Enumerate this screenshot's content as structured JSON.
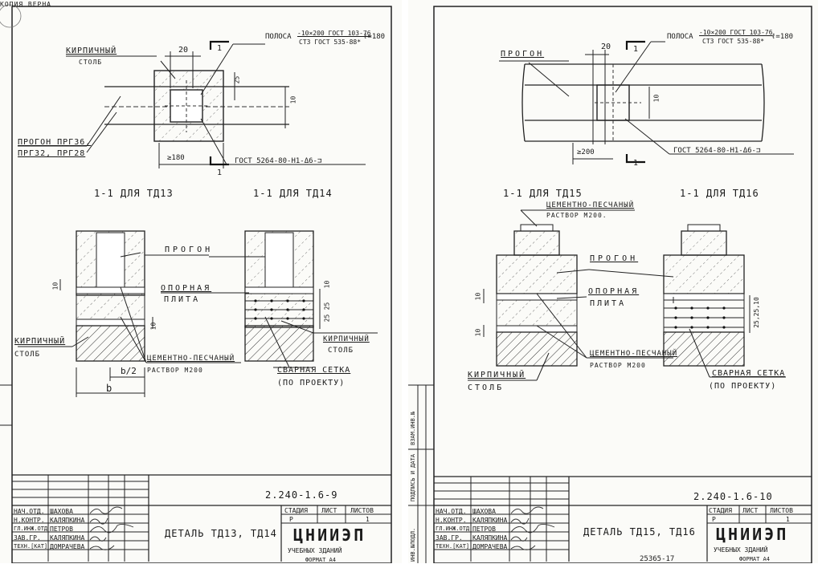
{
  "corner_label": "КОПИЯ ВЕРНА",
  "side_stamp": {
    "cells": [
      "ИНВ.№ПОДЛ.",
      "ПОДПИСЬ И ДАТА",
      "ВЗАМ.ИНВ.№"
    ],
    "inv_no": "25365-17"
  },
  "sheets": [
    {
      "plan": {
        "callout_1": "КИРПИЧНЫЙ",
        "callout_2": "СТОЛБ",
        "strip_1": "ПОЛОСА",
        "strip_2": "-10×200 ГОСТ 103-76",
        "strip_3": "СТ3 ГОСТ 535-88*",
        "strip_len": "ℓ=180",
        "purlin_1": "ПРОГОН ПРГ36,",
        "purlin_2": "ПРГ32, ПРГ28",
        "weld": "ГОСТ 5264-80-Н1-Δ6-⊐",
        "dim_20": "20",
        "dim_25": "25",
        "dim_10": "10",
        "dim_min": "≥180",
        "cut_1": "1",
        "cut_2": "1"
      },
      "section_left_title": "1-1 ДЛЯ ТД13",
      "section_right_title": "1-1 ДЛЯ ТД14",
      "section": {
        "purlin": "ПРОГОН",
        "plate_1": "ОПОРНАЯ",
        "plate_2": "ПЛИТА",
        "column_1": "КИРПИЧНЫЙ",
        "column_2": "СТОЛБ",
        "column_r1": "КИРПИЧНЫЙ",
        "column_r2": "СТОЛБ",
        "mortar_1": "ЦЕМЕНТНО-ПЕСЧАНЫЙ",
        "mortar_2": "РАСТВОР М200",
        "mesh_1": "СВАРНАЯ СЕТКА",
        "mesh_2": "(ПО ПРОЕКТУ)",
        "dim_b2": "b/2",
        "dim_b": "b",
        "dim_10a": "10",
        "dim_10b": "10",
        "dim_10c": "10",
        "dim_25a": "25",
        "dim_25b": "25"
      },
      "doc_number": "2.240-1.6-9",
      "title": "ДЕТАЛЬ ТД13, ТД14",
      "stage_head": "СТАДИЯ",
      "sheet_head": "ЛИСТ",
      "sheets_head": "ЛИСТОВ",
      "stage_val": "Р",
      "sheet_val": "1",
      "org": "ЦНИИЭП",
      "org_sub": "УЧЕБНЫХ ЗДАНИЙ",
      "format": "ФОРМАТ А4",
      "sign_rows": [
        [
          "НАЧ.ОТД.",
          "ШАХОВА"
        ],
        [
          "Н.КОНТР.",
          "КАЛЯПКИНА"
        ],
        [
          "ГЛ.ИНЖ.ОТД",
          "ПЕТРОВ"
        ],
        [
          "ЗАВ.ГР.",
          "КАЛЯПКИНА"
        ],
        [
          "ТЕХН.[КАТ]",
          "ДОМРАЧЕВА"
        ]
      ]
    },
    {
      "plan": {
        "callout_1": "ПРОГОН",
        "strip_1": "ПОЛОСА",
        "strip_2": "-10×200 ГОСТ 103-76",
        "strip_3": "СТ3 ГОСТ 535-88*",
        "strip_len": "ℓ=180",
        "weld": "ГОСТ 5264-80-Н1-Δ6-⊐",
        "dim_20": "20",
        "dim_10": "10",
        "dim_min": "≥200",
        "cut_1": "1",
        "cut_2": "1"
      },
      "section_left_title": "1-1 ДЛЯ ТД15",
      "section_right_title": "1-1 ДЛЯ ТД16",
      "section": {
        "mortar_top_1": "ЦЕМЕНТНО-ПЕСЧАНЫЙ",
        "mortar_top_2": "РАСТВОР М200.",
        "purlin": "ПРОГОН",
        "plate_1": "ОПОРНАЯ",
        "plate_2": "ПЛИТА",
        "column_1": "КИРПИЧНЫЙ",
        "column_2": "СТОЛБ",
        "mortar_1": "ЦЕМЕНТНО-ПЕСЧАНЫЙ",
        "mortar_2": "РАСТВОР М200",
        "mesh_1": "СВАРНАЯ СЕТКА",
        "mesh_2": "(ПО ПРОЕКТУ)",
        "dim_10a": "10",
        "dim_10b": "10",
        "dim_stack": "25,25,10"
      },
      "doc_number": "2.240-1.6-10",
      "title": "ДЕТАЛЬ ТД15, ТД16",
      "stage_head": "СТАДИЯ",
      "sheet_head": "ЛИСТ",
      "sheets_head": "ЛИСТОВ",
      "stage_val": "Р",
      "sheet_val": "1",
      "org": "ЦНИИЭП",
      "org_sub": "УЧЕБНЫХ ЗДАНИЙ",
      "format": "ФОРМАТ А4",
      "sign_rows": [
        [
          "НАЧ.ОТД.",
          "ШАХОВА"
        ],
        [
          "Н.КОНТР.",
          "КАЛЯПКИНА"
        ],
        [
          "ГЛ.ИНЖ.ОТД",
          "ПЕТРОВ"
        ],
        [
          "ЗАВ.ГР.",
          "КАЛЯПКИНА"
        ],
        [
          "ТЕХН.[КАТ]",
          "ДОМРАЧЕВА"
        ]
      ]
    }
  ]
}
